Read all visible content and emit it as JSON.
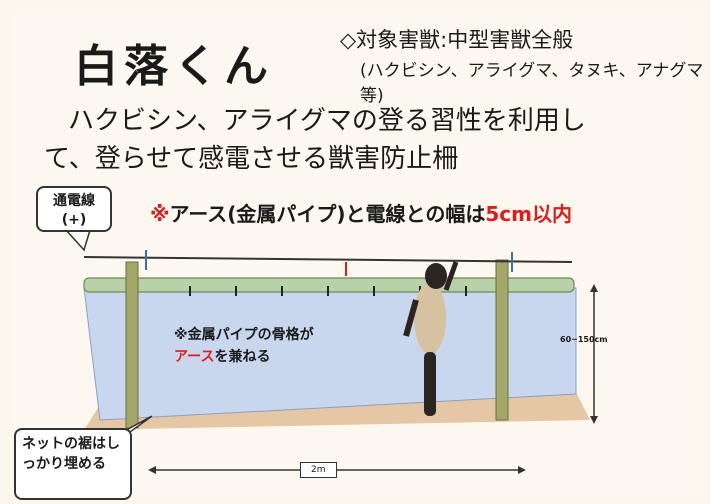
{
  "title": "白落くん",
  "target": "◇対象害獣:中型害獣全般",
  "examples": "(ハクビシン、アライグマ、タヌキ、アナグマ等)",
  "description_line1": "ハクビシン、アライグマの登る習性を利用し",
  "description_line2": "て、登らせて感電させる獣害防止柵",
  "wire_label_line1": "通電線",
  "wire_label_line2": "(+)",
  "warning_mark": "※",
  "warning_text": "アース(金属パイプ)と電線との幅は",
  "warning_value": "5cm以内",
  "pipe_note_line1": "※金属パイプの骨格が",
  "pipe_note_red": "アース",
  "pipe_note_rest": "を兼ねる",
  "height_label": "60~150cm",
  "width_label": "2m",
  "net_label": "ネットの裾はしっかり埋める",
  "colors": {
    "accent_red": "#e01b1b",
    "net_blue": "#c8d6ec",
    "pipe_green": "#b8cfa8",
    "ground": "#e8c9a8"
  }
}
